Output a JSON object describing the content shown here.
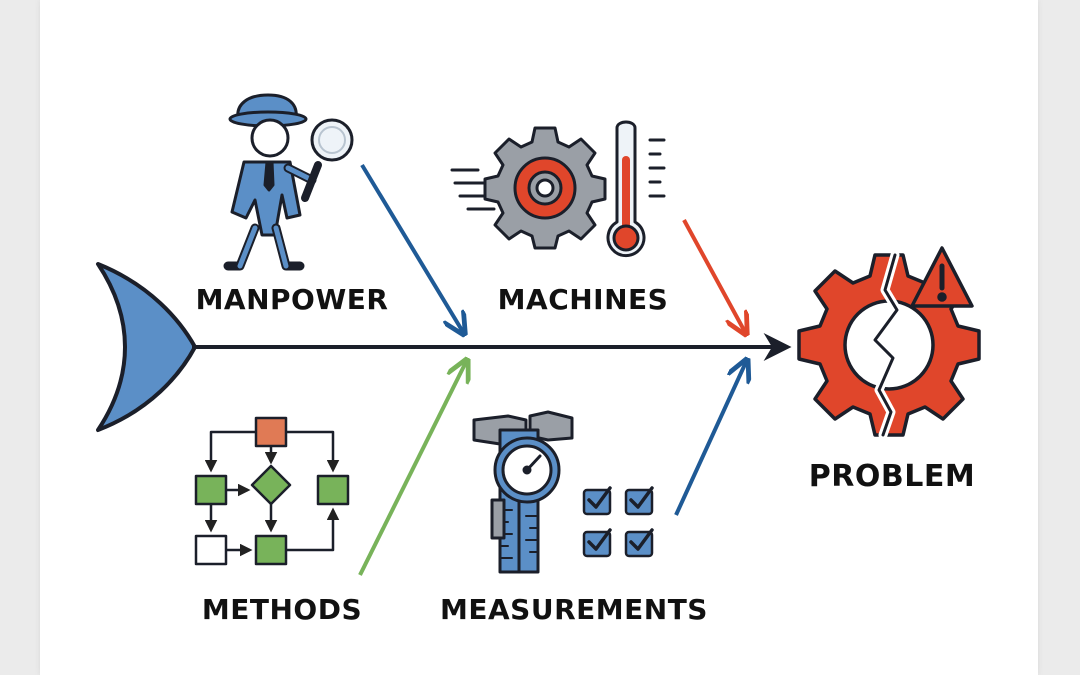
{
  "diagram": {
    "categories": [
      {
        "label": "MANPOWER"
      },
      {
        "label": "MACHINES"
      },
      {
        "label": "METHODS"
      },
      {
        "label": "MEASUREMENTS"
      }
    ],
    "effect": {
      "label": "PROBLEM"
    }
  },
  "colors": {
    "spine": "#1b1f2a",
    "fish_tail": "#5b8fc7",
    "manpower_arrow": "#1f5a96",
    "machines_arrow": "#e0462b",
    "methods_arrow": "#78b35a",
    "measurements_arrow": "#1f5a96",
    "problem_gear": "#e0462b"
  },
  "icons": {
    "manpower": "detective-with-magnifier-icon",
    "machines": "gear-and-thermometer-icon",
    "methods": "flowchart-icon",
    "measurements": "caliper-gauge-and-checklist-icon",
    "problem": "broken-gear-warning-icon"
  }
}
